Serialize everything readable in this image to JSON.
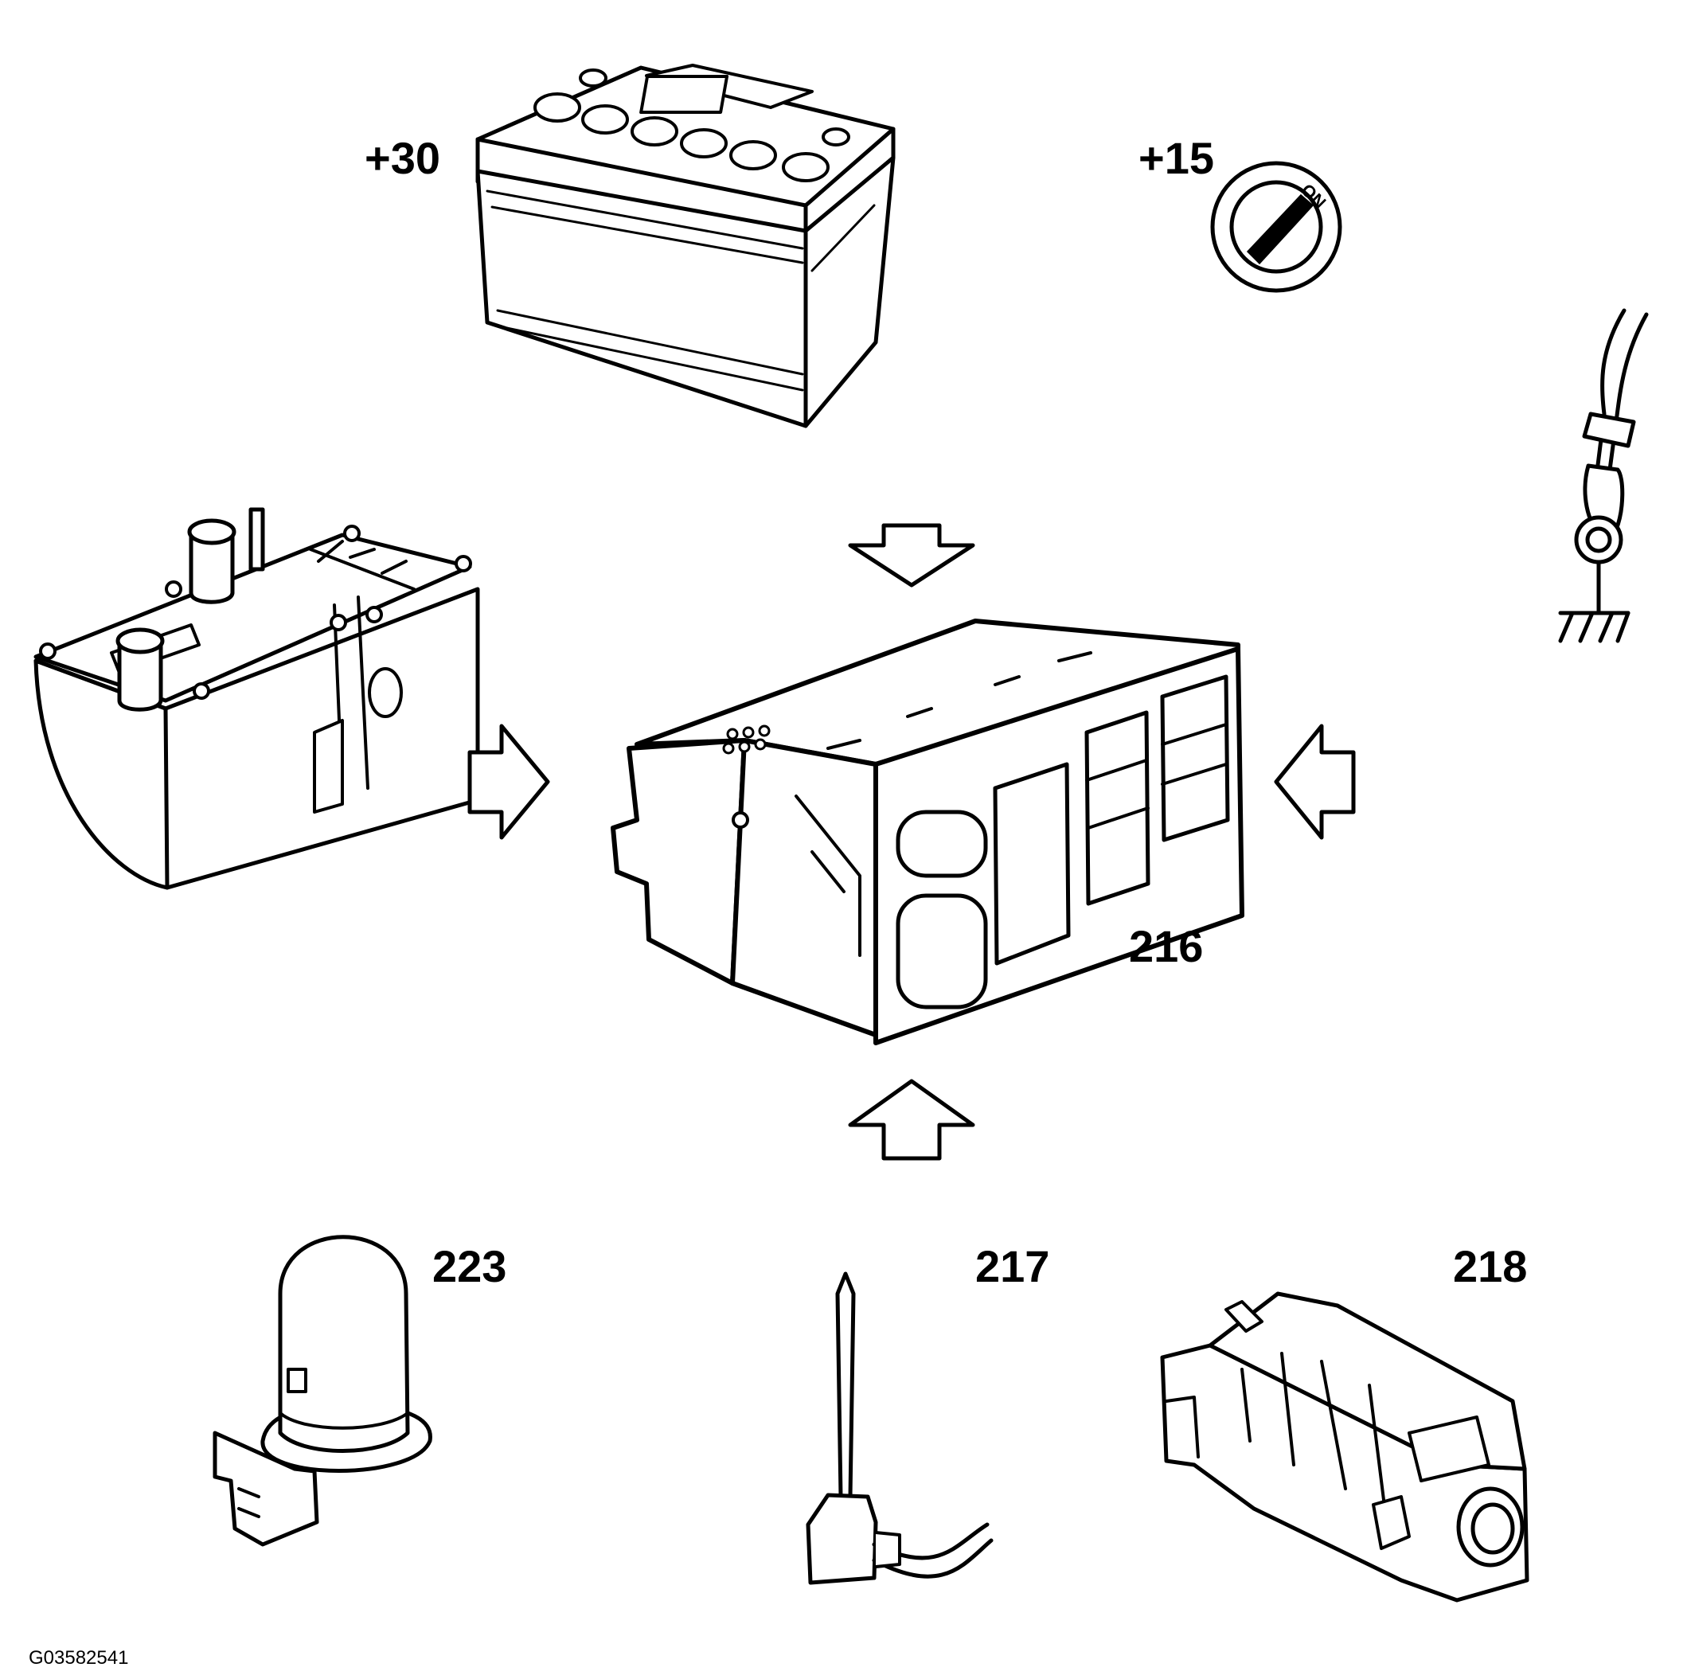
{
  "labels": {
    "battery": "+30",
    "ignition": "+15",
    "ignition_marking": "ON",
    "control_module": "216",
    "coolant_sensor": "217",
    "outdoor_sensor": "218",
    "indicator_lamp": "223",
    "figure_id": "G03582541"
  },
  "colors": {
    "line": "#000000",
    "background": "#ffffff"
  },
  "icons": {
    "battery": "battery-icon",
    "ignition": "ignition-switch-icon",
    "ground": "ground-icon",
    "heater": "fuel-heater-icon",
    "module": "control-module-icon",
    "lamp": "indicator-lamp-icon",
    "sensor": "temperature-sensor-icon",
    "connector": "sensor-connector-icon",
    "arrow": "arrow-icon"
  }
}
